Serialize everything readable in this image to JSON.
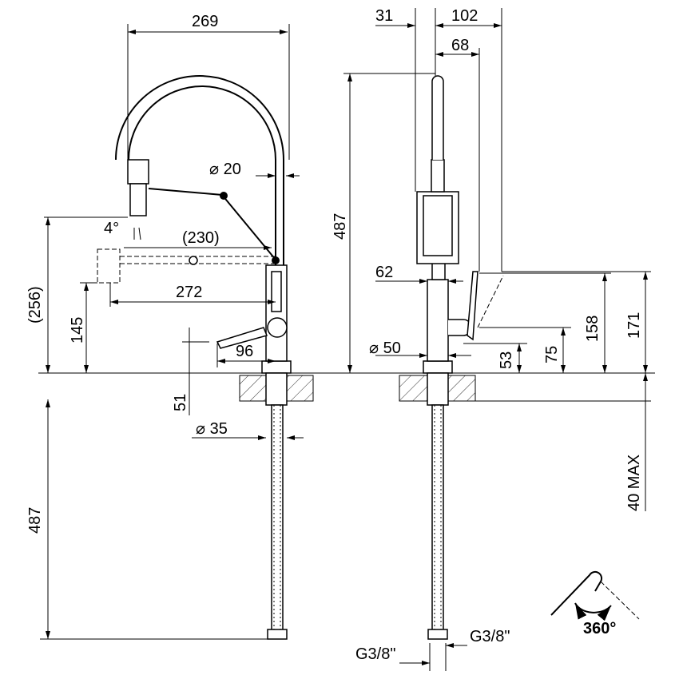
{
  "drawing": {
    "front_view": {
      "width": "269",
      "spout_diameter": "⌀ 20",
      "spray_angle": "4°",
      "pulled_reach": "(230)",
      "pulled_height": "(256)",
      "reach": "272",
      "outlet_height": "145",
      "handle_reach": "96",
      "handle_height": "51",
      "base_diameter": "⌀ 35",
      "hose_length": "487"
    },
    "side_view": {
      "offset_left": "31",
      "offset_right": "102",
      "handle_offset": "68",
      "total_height": "487",
      "body_reach": "62",
      "body_diameter": "⌀ 50",
      "h53": "53",
      "h75": "75",
      "h158": "158",
      "h171": "171",
      "max_counter_thickness": "40 MAX",
      "inlet_left": "G3/8\"",
      "inlet_right": "G3/8\""
    },
    "rotation": {
      "label": "360°"
    }
  }
}
